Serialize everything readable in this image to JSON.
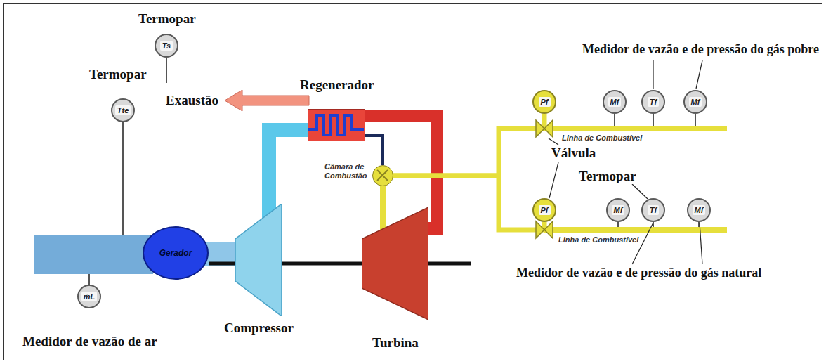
{
  "diagram": {
    "nodes": [
      {
        "text": [
          "Ts"
        ]
      },
      {
        "text": [
          "Regenerador"
        ]
      },
      {
        "text": [
          "Câmara de Combustão"
        ]
      },
      {
        "text": [
          "Pf"
        ]
      },
      {
        "text": [
          "Mf"
        ]
      },
      {
        "text": [
          "Tf"
        ]
      },
      {
        "text": [
          "Mf"
        ]
      },
      {
        "text": [
          "Pf"
        ]
      },
      {
        "text": [
          "Mf"
        ]
      },
      {
        "text": [
          "Tf"
        ]
      },
      {
        "text": [
          "Mf"
        ]
      },
      {
        "text": [
          "Tte"
        ]
      },
      {
        "text": [
          "Gerador"
        ]
      },
      {
        "text": [
          "Compressor"
        ]
      },
      {
        "text": [
          "Turbina"
        ]
      },
      {
        "text": [
          "ṁL"
        ]
      }
    ],
    "edges": [
      {
        "from": 13,
        "to": 1,
        "arrow": "none"
      },
      {
        "from": 1,
        "to": 2,
        "arrow": "none"
      },
      {
        "from": 2,
        "to": 14,
        "arrow": "none"
      },
      {
        "from": 14,
        "to": 1,
        "arrow": "none"
      },
      {
        "from": 12,
        "to": 13,
        "arrow": "none"
      },
      {
        "from": 13,
        "to": 14,
        "arrow": "none"
      },
      {
        "from": 3,
        "to": 2,
        "arrow": "none"
      },
      {
        "from": 7,
        "to": 2,
        "arrow": "none"
      }
    ],
    "labels": [
      "Termopar",
      "Exaustão",
      "Medidor de vazão e de pressão do gás pobre",
      "Linha de Combustível",
      "Válvula",
      "Termopar",
      "Linha de Combustível",
      "Medidor de vazão e de pressão do gás natural",
      "Termopar",
      "Medidor de vazão de ar"
    ]
  }
}
